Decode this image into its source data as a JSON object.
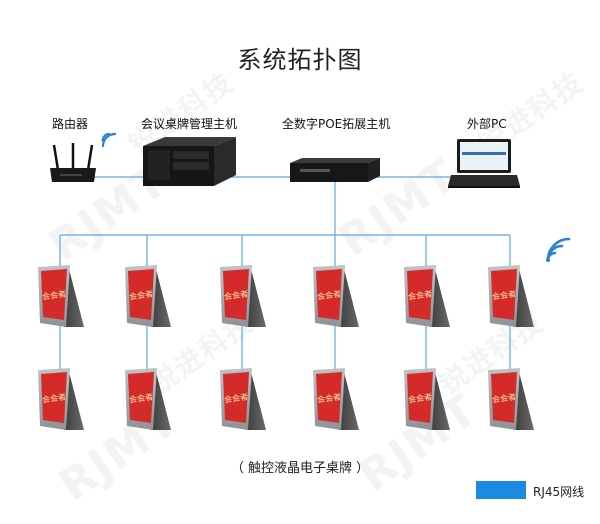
{
  "title": "系统拓扑图",
  "devices": {
    "router": "路由器",
    "mgmt_host": "会议桌牌管理主机",
    "poe_host": "全数字POE拓展主机",
    "external_pc": "外部PC"
  },
  "nameplate_text": "会会者",
  "caption": "（ 触控液晶电子桌牌 ）",
  "legend": {
    "label": "RJ45网线",
    "color": "#1a8be0"
  },
  "watermark": {
    "brand": "RJMT",
    "cn": "锐进科技"
  },
  "colors": {
    "line": "#5aa8e6",
    "screen": "#d42a2a",
    "wifi": "#2b7fd6"
  }
}
